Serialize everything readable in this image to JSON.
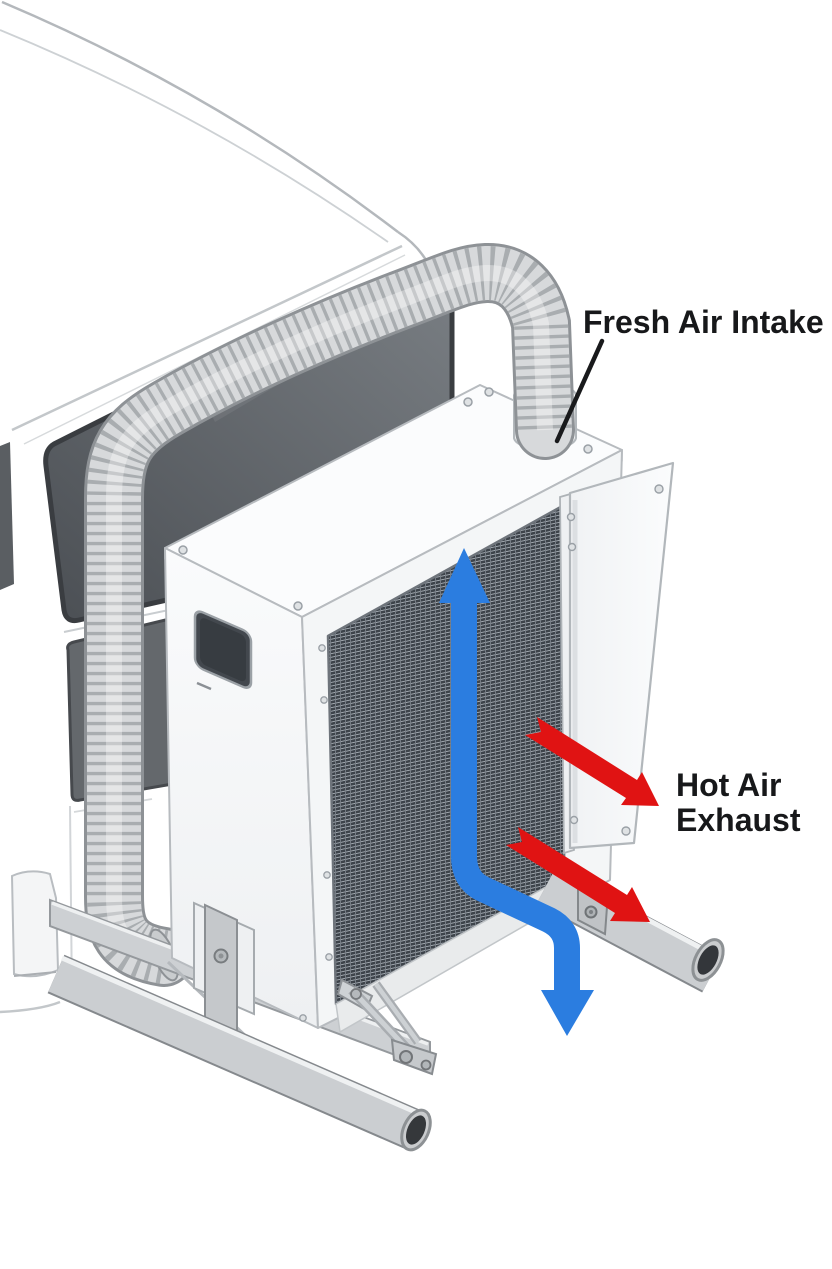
{
  "diagram": {
    "labels": {
      "fresh_air_intake": "Fresh Air Intake",
      "hot_air_exhaust_line1": "Hot Air",
      "hot_air_exhaust_line2": "Exhaust"
    },
    "colors": {
      "intake_arrow_blue": "#2b7de0",
      "exhaust_arrow_red": "#e01313",
      "label_text": "#17181a"
    }
  }
}
